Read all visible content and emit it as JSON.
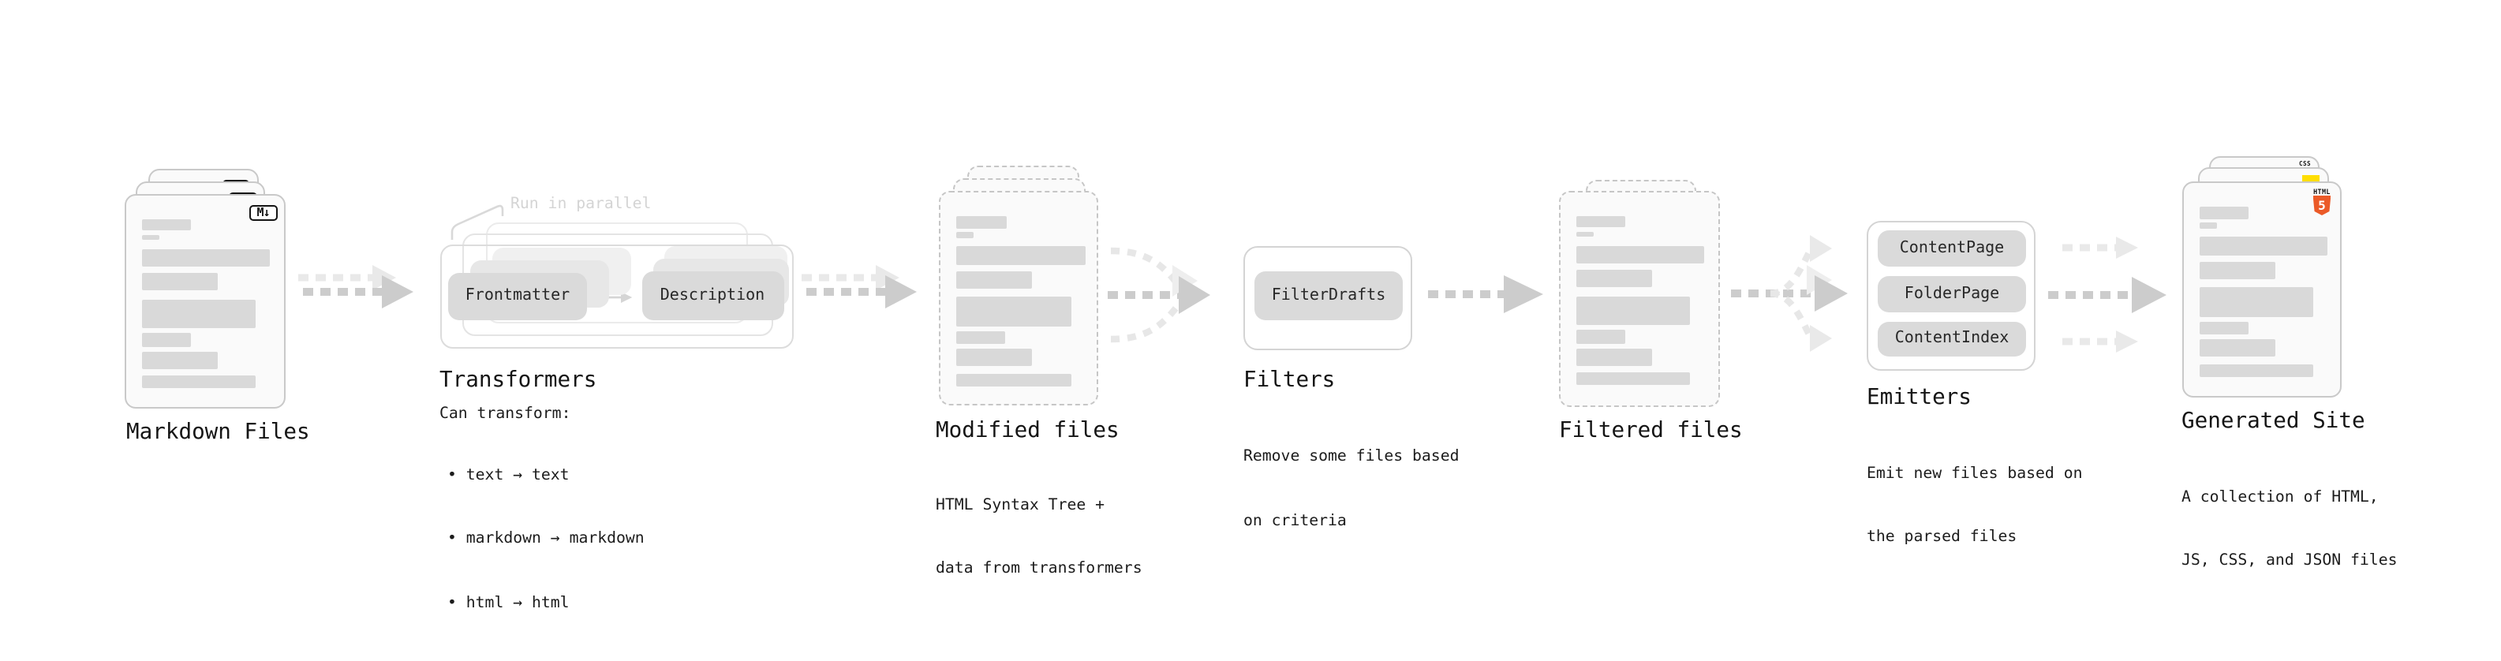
{
  "stages": {
    "markdown": {
      "label": "Markdown Files"
    },
    "transformers": {
      "label": "Transformers",
      "annotation": "Run in parallel",
      "pills": [
        "Frontmatter",
        "Description"
      ],
      "desc_title": "Can transform:",
      "bullets": [
        "• text → text",
        "• markdown → markdown",
        "• html → html"
      ]
    },
    "modified": {
      "label": "Modified files",
      "desc": [
        "HTML Syntax Tree +",
        "data from transformers"
      ]
    },
    "filters": {
      "label": "Filters",
      "pills": [
        "FilterDrafts"
      ],
      "desc": [
        "Remove some files based",
        "on criteria"
      ]
    },
    "filtered": {
      "label": "Filtered files"
    },
    "emitters": {
      "label": "Emitters",
      "pills": [
        "ContentPage",
        "FolderPage",
        "ContentIndex"
      ],
      "desc": [
        "Emit new files based on",
        "the parsed files"
      ]
    },
    "generated": {
      "label": "Generated Site",
      "desc": [
        "A collection of HTML,",
        "JS, CSS, and JSON files"
      ]
    }
  },
  "icons": {
    "markdown_badge": "M↓",
    "html5_label": "HTML",
    "html5_glyph": "5",
    "css_label": "CSS"
  },
  "colors": {
    "html5_orange": "#EB5A28",
    "js_yellow": "#FFDE00",
    "css_blue": "#2D5BE3",
    "arrow_dark": "#CCCCCC",
    "arrow_light": "#E9E9E9",
    "annotation_gray": "#D4D4D4"
  }
}
